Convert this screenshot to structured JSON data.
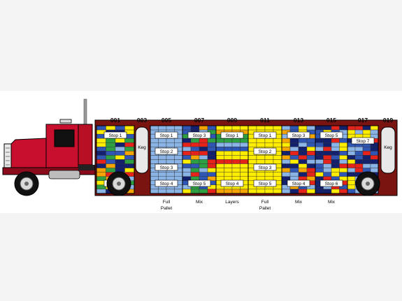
{
  "colors": {
    "background": "#f4f4f4",
    "band": "#ffffff",
    "cab_red": "#c8102e",
    "trailer_body": "#7a1410",
    "tire": "#111111",
    "rim": "#d9d9d9",
    "blue": "#2f56b5",
    "light_blue": "#8bb4e6",
    "navy": "#12206e",
    "red": "#e5231b",
    "yellow": "#ffed00",
    "orange": "#f6a500",
    "green": "#2ea043",
    "outline": "#000000",
    "label_box": "#ffffff"
  },
  "icons": {
    "truck": "truck-cab-icon",
    "keg": "keg-icon",
    "wheel": "wheel-icon",
    "exhaust": "exhaust-stack-icon"
  },
  "bays": [
    {
      "code": "001",
      "style": "mixed-a",
      "stops": [
        "Stop 1",
        "Stop 2"
      ],
      "caption": []
    },
    {
      "code": "003",
      "style": "keg",
      "keg_label": "Keg",
      "stops": [],
      "caption": []
    },
    {
      "code": "005",
      "style": "light-blue",
      "stops": [
        "Stop 1",
        "Stop 2",
        "Stop 3",
        "Stop 4"
      ],
      "caption": [
        "Full",
        "Pallet"
      ]
    },
    {
      "code": "007",
      "style": "mixed-b",
      "stops": [
        "Stop 3",
        "Stop 5"
      ],
      "caption": [
        "Mix"
      ]
    },
    {
      "code": "009",
      "style": "layers",
      "stops": [
        "Stop 1",
        "Stop 4"
      ],
      "caption": [
        "Layers"
      ]
    },
    {
      "code": "011",
      "style": "yellow",
      "stops": [
        "Stop 1",
        "Stop 2",
        "Stop 3",
        "Stop 5"
      ],
      "caption": [
        "Full",
        "Pallet"
      ]
    },
    {
      "code": "013",
      "style": "mixed-c",
      "stops": [
        "Stop 3",
        "Stop 4"
      ],
      "caption": [
        "Mix"
      ]
    },
    {
      "code": "015",
      "style": "mixed-d",
      "stops": [
        "Stop 5",
        "Stop 6"
      ],
      "caption": [
        "Mix"
      ]
    },
    {
      "code": "017",
      "style": "mixed-e",
      "stops": [
        "Stop 7"
      ],
      "caption": []
    },
    {
      "code": "019",
      "style": "keg",
      "keg_label": "Keg",
      "stops": [],
      "caption": []
    }
  ]
}
